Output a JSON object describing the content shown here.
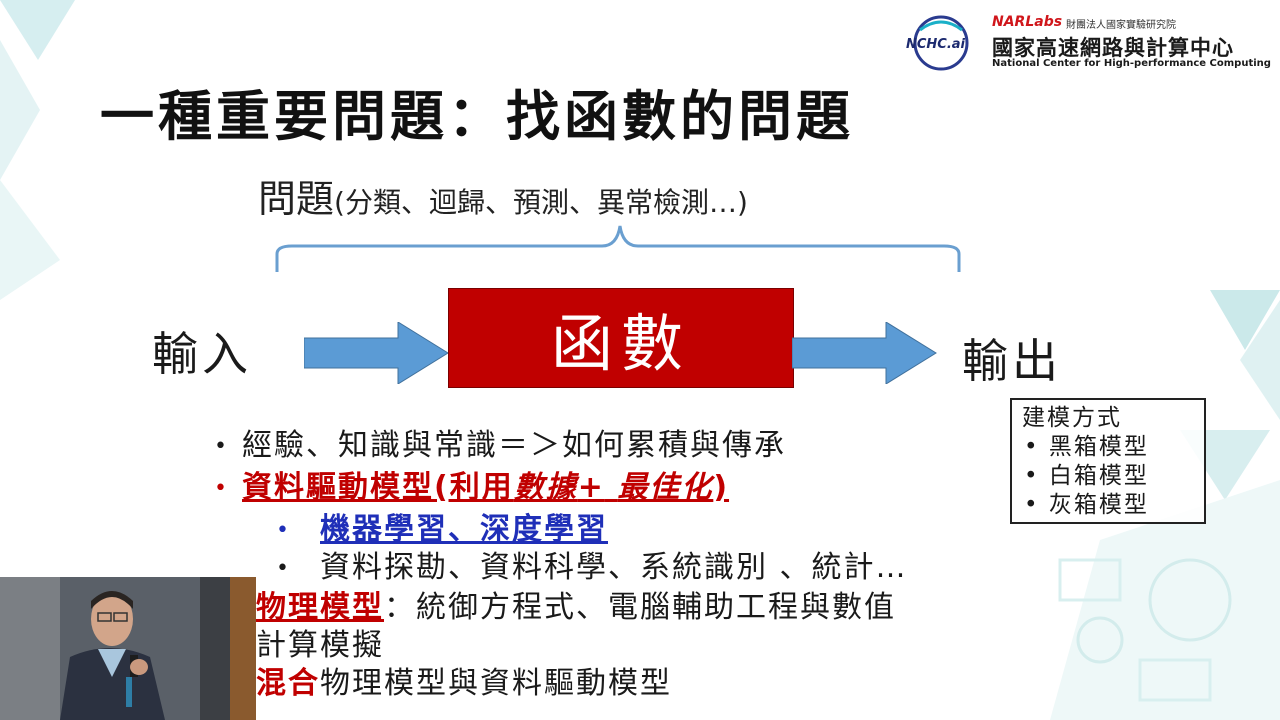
{
  "header": {
    "logo_ncic": "NCHC.ai",
    "narlabs": "NARLabs",
    "narlabs_sub": "財團法人國家實驗研究院",
    "org_name_zh": "國家高速網路與計算中心",
    "org_name_en": "National Center for High-performance Computing"
  },
  "slide": {
    "title": "一種重要問題：找函數的問題",
    "problem_main": "問題",
    "problem_sub": "(分類、迴歸、預測、異常檢測…)",
    "function_label": "函數",
    "input_label": "輸入",
    "output_label": "輸出"
  },
  "bullets": {
    "b1": "經驗、知識與常識＝＞如何累積與傳承",
    "b2_prefix": "資料驅動模型(利用",
    "b2_data": "數據",
    "b2_plus": "+",
    "b2_opt": "最佳化",
    "b2_suffix": ")",
    "b3": "機器學習、深度學習",
    "b4": "資料探勘、資料科學、系統識別 、統計…",
    "b5_head": "物理模型",
    "b5_rest": "：統御方程式、電腦輔助工程與數值",
    "b5_cont": "計算模擬",
    "b6_head": "混合",
    "b6_rest": "物理模型與資料驅動模型"
  },
  "model_box": {
    "title": "建模方式",
    "items": [
      "黑箱模型",
      "白箱模型",
      "灰箱模型"
    ]
  },
  "colors": {
    "accent_red": "#c00000",
    "accent_blue": "#1f2fb8",
    "arrow_blue": "#5b9bd5",
    "brace_blue": "#6a9fd0",
    "deco_teal": "#bfe3e4"
  }
}
